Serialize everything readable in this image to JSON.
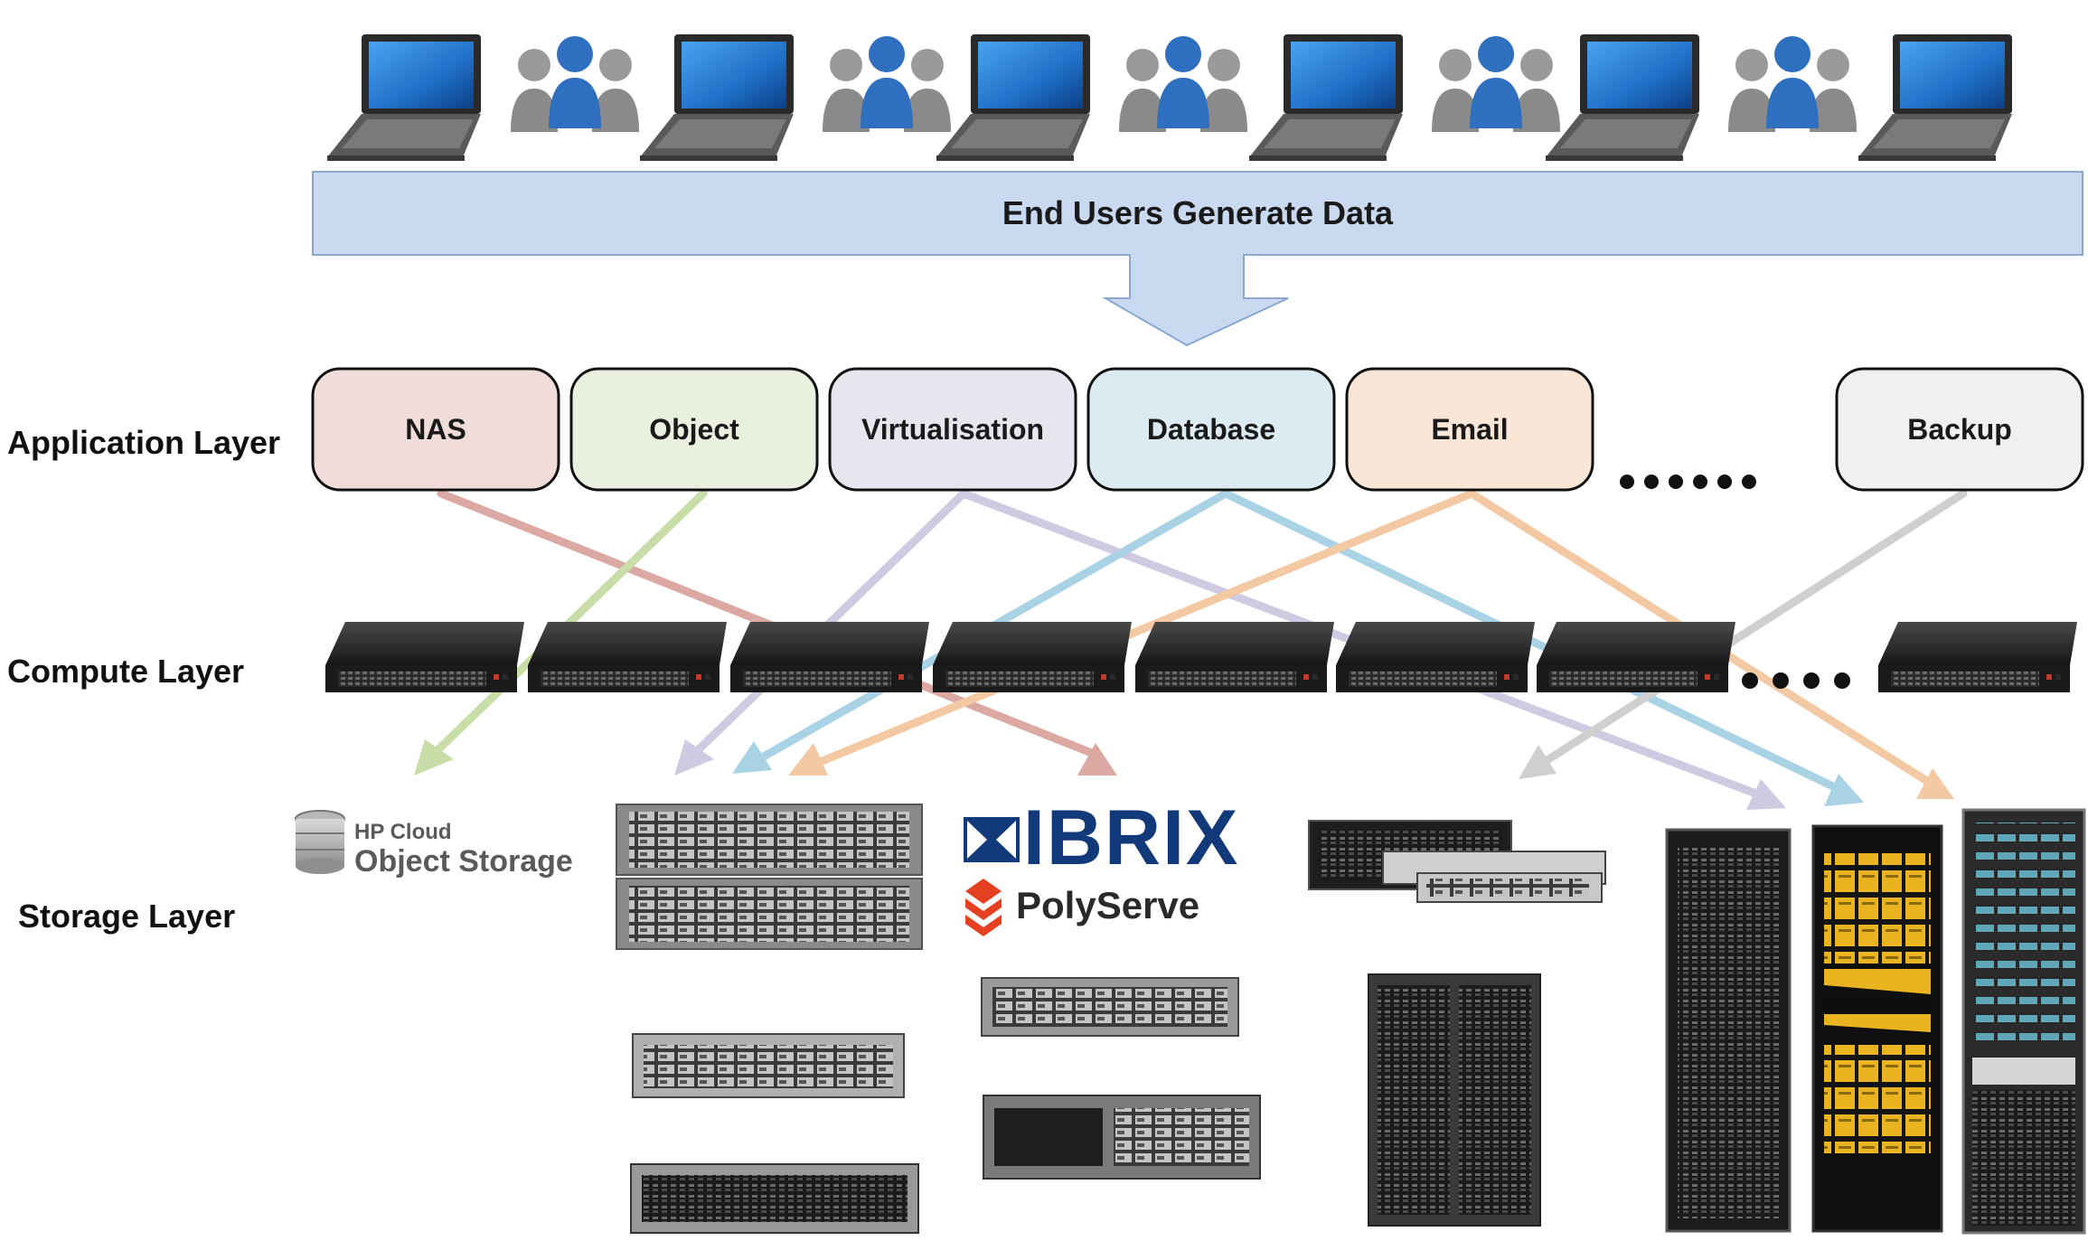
{
  "banner": {
    "label": "End Users Generate Data"
  },
  "layers": {
    "application": "Application Layer",
    "compute": "Compute Layer",
    "storage": "Storage Layer"
  },
  "applications": [
    {
      "label": "NAS",
      "fill": "#f0dcd9",
      "line": "#dba8a2"
    },
    {
      "label": "Object",
      "fill": "#e9f0df",
      "line": "#c8dda8"
    },
    {
      "label": "Virtualisation",
      "fill": "#e8e5ee",
      "line": "#cfc9e1"
    },
    {
      "label": "Database",
      "fill": "#dcebf2",
      "line": "#a9d3e4"
    },
    {
      "label": "Email",
      "fill": "#f9e6d7",
      "line": "#f3c9a4"
    },
    {
      "label": "Backup",
      "fill": "#f0f0f0",
      "line": "#cfcfcf"
    }
  ],
  "storage_brands": {
    "hp_cloud_top": "HP Cloud",
    "hp_cloud_bottom": "Object Storage",
    "ibrix": "IBRIX",
    "polyserve": "PolyServe"
  },
  "colors": {
    "banner_fill": "#c9daf0",
    "banner_stroke": "#8aa7cf",
    "laptop_screen": "#1f6fc7",
    "user_center": "#2f6fbf",
    "user_side": "#9a9a9a"
  },
  "icons": {
    "end_users": [
      "laptop-icon",
      "users-icon"
    ],
    "compute": "server-icon",
    "storage": [
      "database-icon",
      "storage-array-icon",
      "rack-icon"
    ]
  }
}
